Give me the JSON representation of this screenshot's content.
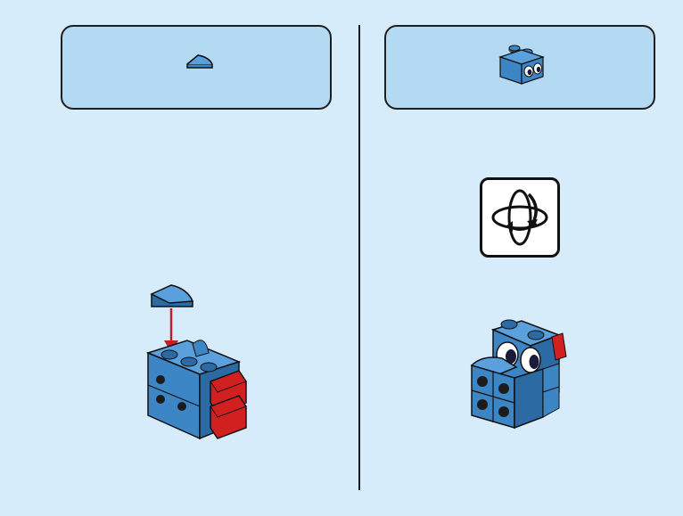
{
  "colors": {
    "background": "#d7ecfa",
    "callout_fill": "#b4d9f3",
    "brick_blue": "#3d86c6",
    "brick_blue_dark": "#2b6aa3",
    "brick_red": "#d21f1f",
    "arrow_red": "#c41e2b",
    "outline": "#111111"
  },
  "steps": [
    {
      "panel": "left",
      "parts_callout": [
        "quarter-round-tile-icon"
      ],
      "action": "place-tile"
    },
    {
      "panel": "right",
      "parts_callout": [
        "eye-brick-icon"
      ],
      "action": "rotate-model"
    }
  ],
  "icons": {
    "rotate": "rotate-model-icon"
  }
}
